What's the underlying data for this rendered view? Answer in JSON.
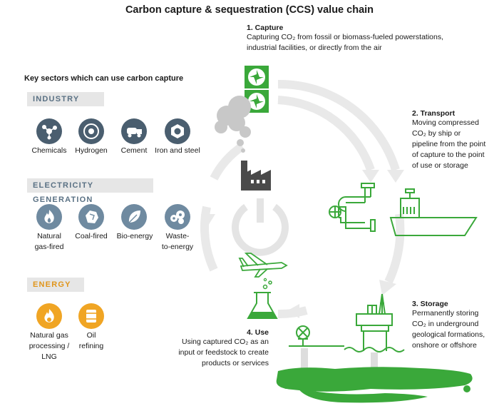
{
  "title": "Carbon capture & sequestration (CCS) value chain",
  "sectors": {
    "heading": "Key sectors which can use carbon capture",
    "industry": {
      "label": "INDUSTRY",
      "items": [
        "Chemicals",
        "Hydrogen",
        "Cement",
        "Iron and steel"
      ]
    },
    "electricity": {
      "label": "ELECTRICITY GENERATION",
      "items": [
        [
          "Natural",
          "gas-fired"
        ],
        [
          "Coal-fired"
        ],
        [
          "Bio-energy"
        ],
        [
          "Waste-",
          "to-energy"
        ]
      ]
    },
    "energy": {
      "label": "ENERGY",
      "items": [
        [
          "Natural gas",
          "processing /",
          "LNG"
        ],
        [
          "Oil",
          "refining"
        ]
      ]
    }
  },
  "steps": {
    "capture": {
      "title": "1. Capture",
      "lines": [
        "Capturing CO₂ from fossil or biomass-fueled powerstations,",
        "industrial facilities, or directly from the air"
      ]
    },
    "transport": {
      "title": "2. Transport",
      "lines": [
        "Moving compressed",
        "CO₂ by ship or",
        "pipeline from the point",
        "of capture to the point",
        "of use or storage"
      ]
    },
    "storage": {
      "title": "3. Storage",
      "lines": [
        "Permanently storing",
        "CO₂ in underground",
        "geological formations,",
        "onshore or offshore"
      ]
    },
    "use": {
      "title": "4. Use",
      "lines": [
        "Using captured CO₂ as an",
        "input or feedstock to create",
        "products or services"
      ]
    }
  },
  "colors": {
    "industry": "#4a5e6f",
    "electricity": "#6f8aa0",
    "energy": "#f0a524",
    "green": "#3aa83a",
    "band": "#e6e6e6",
    "cycle": "#e8e8e8"
  },
  "icons": {
    "industry": [
      "chemicals-icon",
      "hydrogen-icon",
      "cement-truck-icon",
      "bolt-nut-icon"
    ],
    "electricity": [
      "flame-icon",
      "coal-icon",
      "leaf-icon",
      "waste-icon"
    ],
    "energy": [
      "gas-flame-icon",
      "oil-barrel-icon"
    ],
    "cycle": [
      "fan-icon",
      "smoke-icon",
      "factory-icon",
      "power-icon",
      "pipeline-icon",
      "ship-icon",
      "plane-icon",
      "flask-icon",
      "offshore-platform-icon",
      "valve-icon",
      "underground-storage-icon"
    ]
  }
}
